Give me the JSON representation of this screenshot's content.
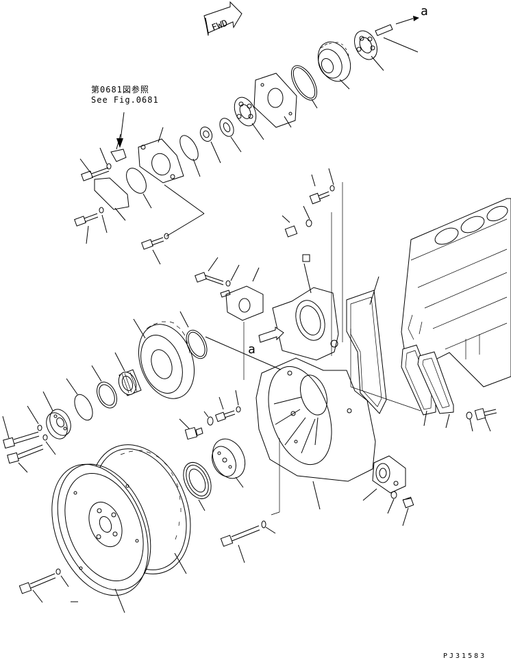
{
  "reference_note": {
    "jp": "第0681図参照",
    "en": "See Fig.0681"
  },
  "direction_label": "FWD",
  "callout_letter": "a",
  "drawing_id": "PJ31583",
  "colors": {
    "line": "#000000",
    "background": "#ffffff"
  },
  "icons": {
    "forward": "fwd-arrow-icon",
    "callout": "callout-arrow-icon"
  }
}
